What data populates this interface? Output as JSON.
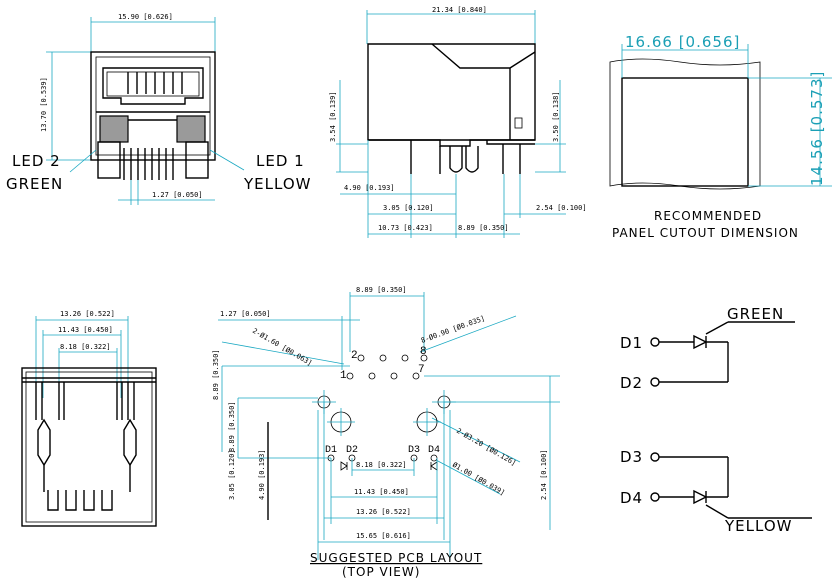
{
  "front_view": {
    "dims": {
      "width": "15.90 [0.626]",
      "height": "13.70 [0.539]",
      "pitch": "1.27 [0.050]"
    },
    "led2": {
      "name": "LED 2",
      "color": "GREEN"
    },
    "led1": {
      "name": "LED 1",
      "color": "YELLOW"
    }
  },
  "side_view": {
    "dims": {
      "length": "21.34 [0.840]",
      "h_left": "3.54 [0.139]",
      "h_right": "3.50 [0.138]",
      "d1": "4.90 [0.193]",
      "d2": "3.05 [0.120]",
      "d3": "2.54 [0.100]",
      "d4": "10.73 [0.423]",
      "d5": "8.89 [0.350]"
    }
  },
  "panel_cutout": {
    "width": "16.66 [0.656]",
    "height": "14.56 [0.573]",
    "title_line1": "RECOMMENDED",
    "title_line2": "PANEL CUTOUT DIMENSION"
  },
  "back_view": {
    "dims": {
      "w1": "13.26 [0.522]",
      "w2": "11.43 [0.450]",
      "w3": "8.18 [0.322]"
    }
  },
  "pcb_layout": {
    "dims": {
      "top": "8.89 [0.350]",
      "pitch": "1.27 [0.050]",
      "holes_small": "8-Ø0.90 [Ø0.035]",
      "holes_mount": "2-Ø1.60 [Ø0.063]",
      "holes_led": "2-Ø3.20 [Ø0.126]",
      "holes_d": "Ø1.00 [Ø0.039]",
      "v1": "8.89 [0.350]",
      "v2": "3.05 [0.120]",
      "v3": "4.90 [0.193]",
      "v4": "2.54 [0.100]",
      "v_top": "8.89 [0.350]",
      "h1": "8.18 [0.322]",
      "h2": "11.43 [0.450]",
      "h3": "13.26 [0.522]",
      "h4": "15.65 [0.616]"
    },
    "pins": {
      "p1": "1",
      "p2": "2",
      "p7": "7",
      "p8": "8"
    },
    "leds": {
      "d1": "D1",
      "d2": "D2",
      "d3": "D3",
      "d4": "D4"
    },
    "title": "SUGGESTED PCB LAYOUT",
    "subtitle": "(TOP VIEW)"
  },
  "schematic": {
    "green": {
      "label": "GREEN",
      "a": "D1",
      "b": "D2"
    },
    "yellow": {
      "label": "YELLOW",
      "a": "D3",
      "b": "D4"
    }
  }
}
